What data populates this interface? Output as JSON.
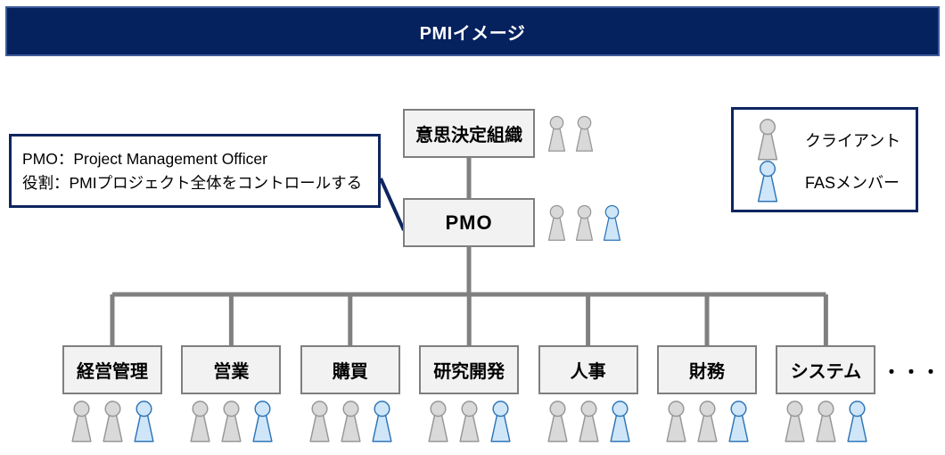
{
  "header": {
    "title": "PMIイメージ"
  },
  "callout": {
    "line1": "PMO：Project Management Officer",
    "line2": "役割：PMIプロジェクト全体をコントロールする"
  },
  "org": {
    "top_box_label": "意思決定組織",
    "pmo_box_label": "PMO",
    "top_members": [
      "client",
      "client"
    ],
    "pmo_members": [
      "client",
      "client",
      "fas"
    ],
    "departments": [
      {
        "label": "経営管理"
      },
      {
        "label": "営業"
      },
      {
        "label": "購買"
      },
      {
        "label": "研究開発"
      },
      {
        "label": "人事"
      },
      {
        "label": "財務"
      },
      {
        "label": "システム"
      }
    ],
    "department_members": [
      "client",
      "client",
      "fas"
    ],
    "ellipsis": "・・・"
  },
  "legend": {
    "items": [
      {
        "icon": "client-person-icon",
        "type": "client",
        "label": "クライアント"
      },
      {
        "icon": "fas-person-icon",
        "type": "fas",
        "label": "FASメンバー"
      }
    ]
  },
  "colors": {
    "header_bg": "#05215E",
    "header_border": "#3D5A99",
    "navy_border": "#0E2560",
    "box_fill": "#F2F2F2",
    "box_border": "#7F7F7F",
    "connector": "#808080",
    "client_fill": "#D9D9D9",
    "client_stroke": "#969696",
    "fas_fill": "#CFE6F8",
    "fas_stroke": "#2E75B6"
  }
}
